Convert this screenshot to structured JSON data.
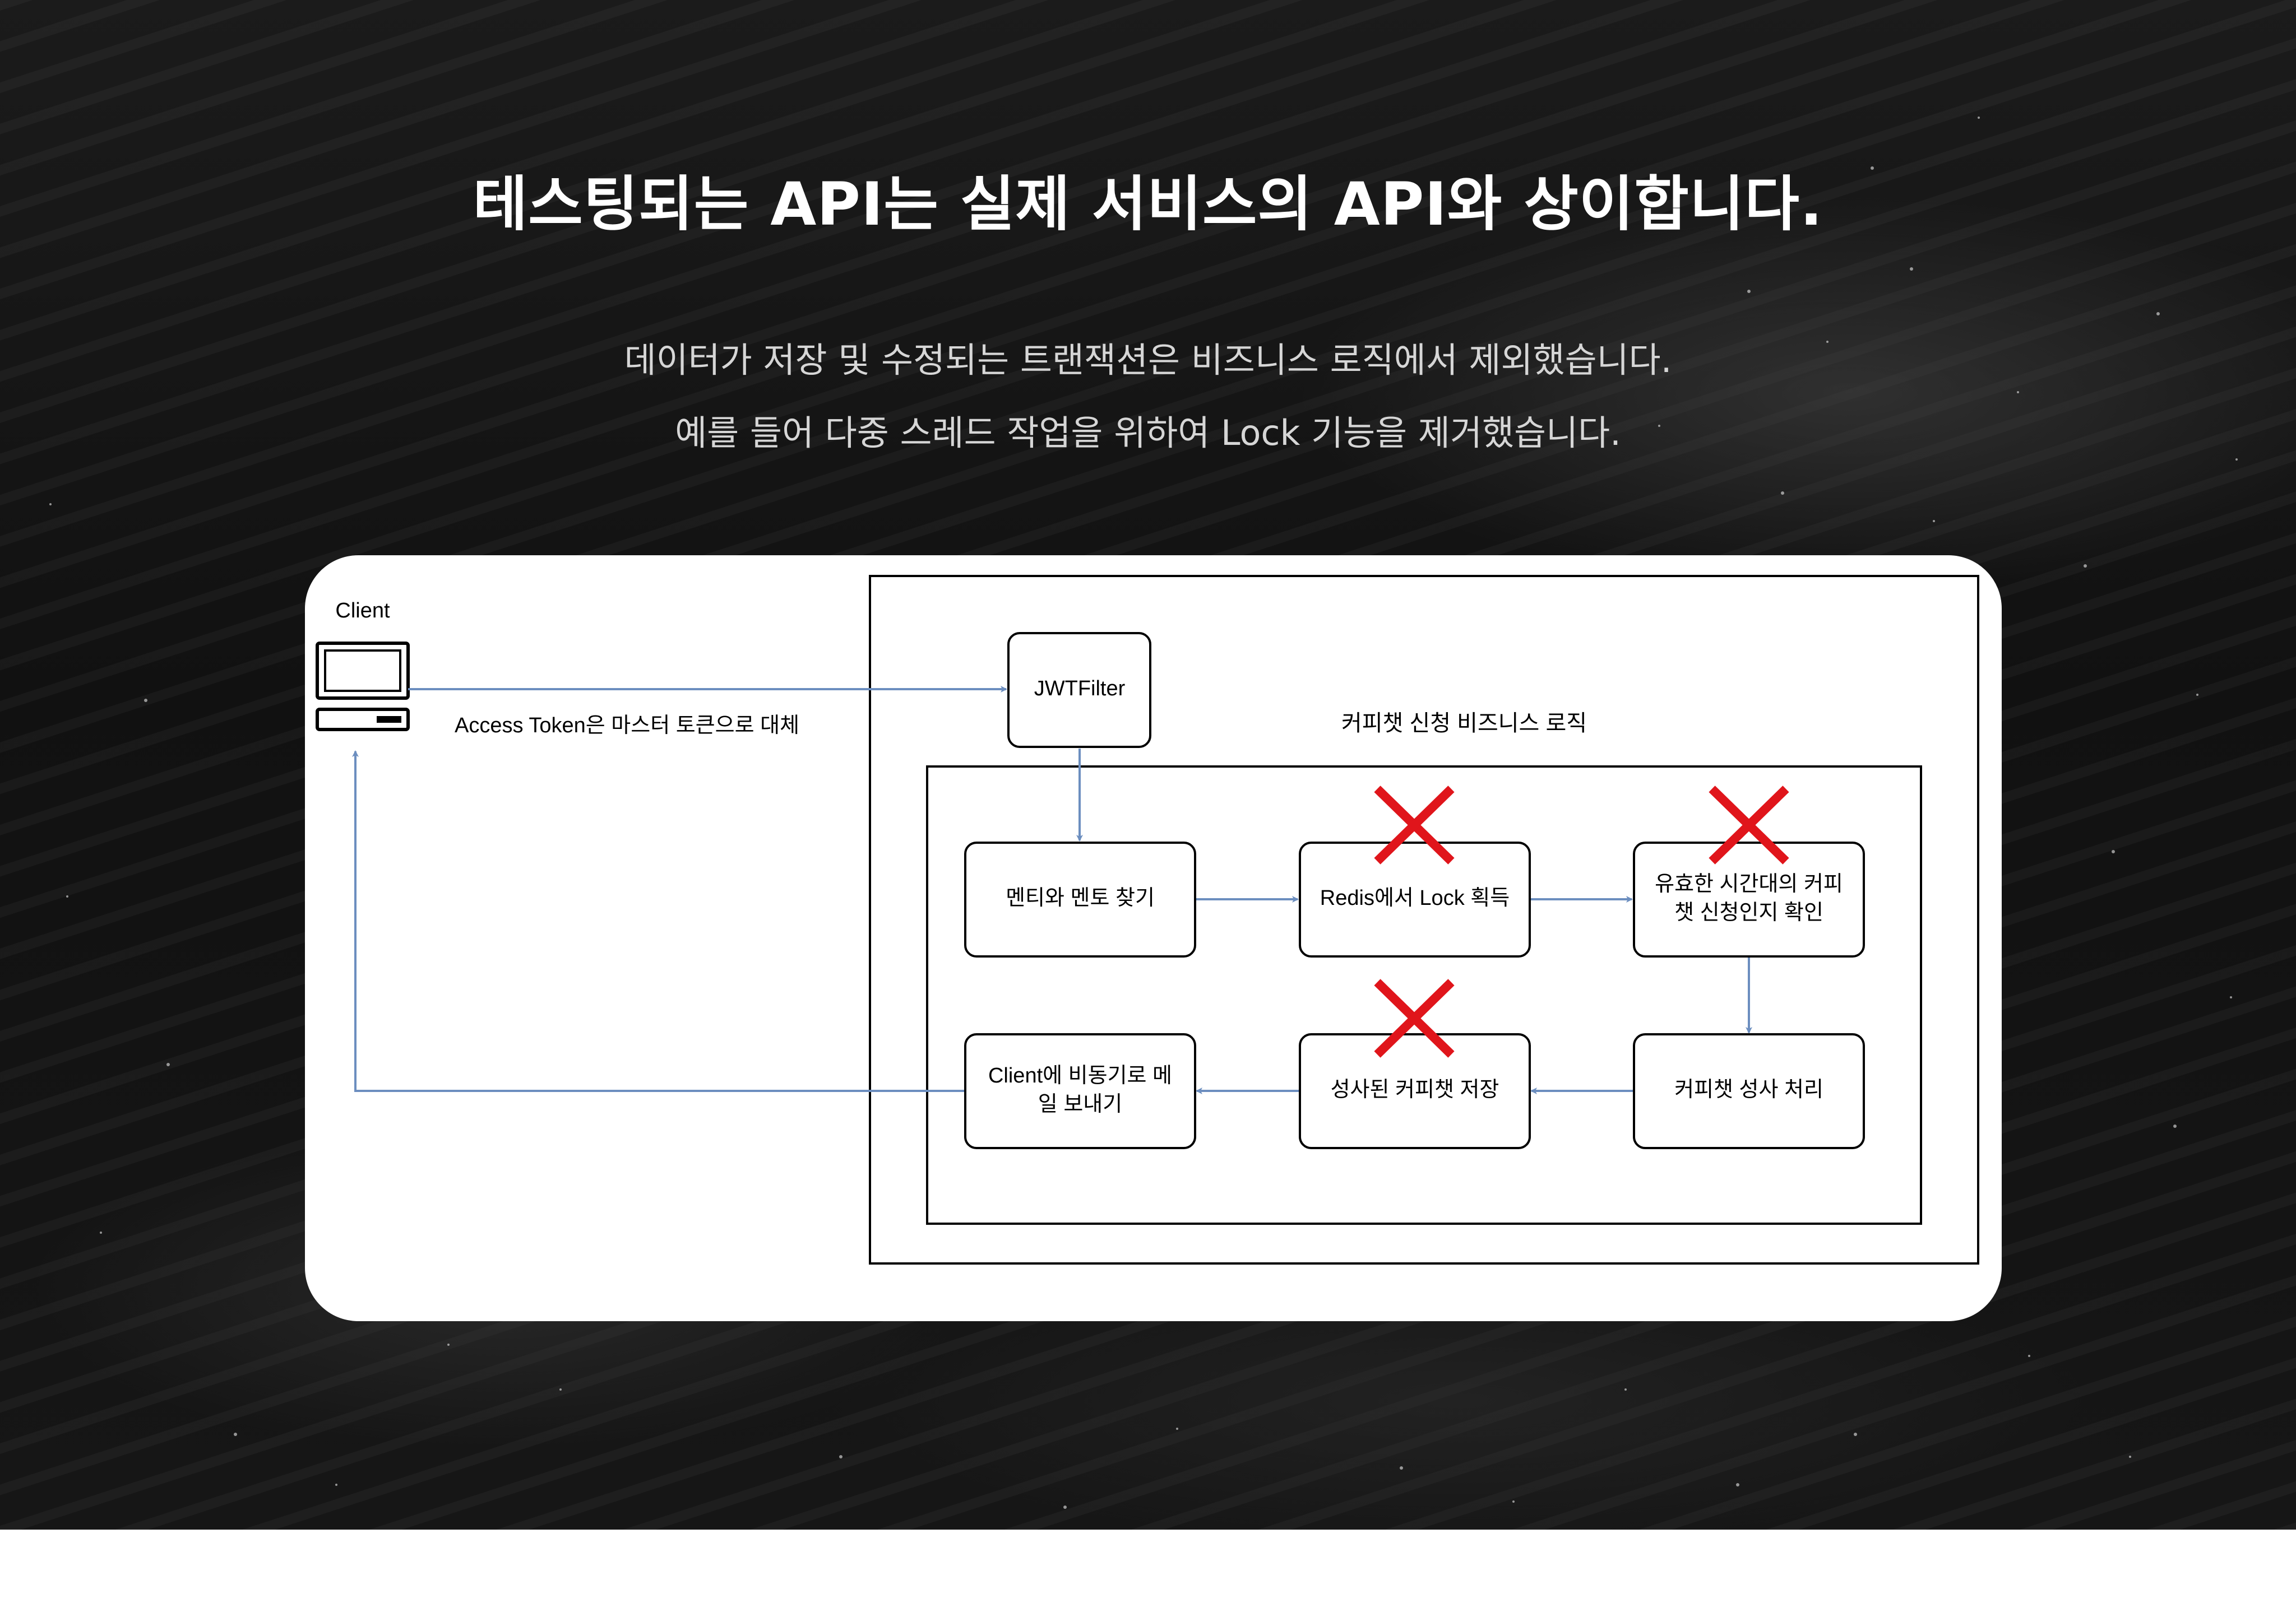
{
  "heading": "테스팅되는 API는 실제 서비스의 API와 상이합니다.",
  "description": {
    "line1": "데이터가 저장 및 수정되는 트랜잭션은 비즈니스 로직에서 제외했습니다.",
    "line2": "예를 들어 다중 스레드 작업을 위하여 Lock 기능을 제거했습니다."
  },
  "diagram": {
    "client_label": "Client",
    "arrow_label": "Access Token은 마스터 토큰으로 대체",
    "outer_group_label": "커피챗 신청 비즈니스 로직",
    "nodes": {
      "jwt_filter": "JWTFilter",
      "find_mentee_mentor": "멘티와 멘토 찾기",
      "redis_lock": "Redis에서 Lock 획득",
      "validate_line1": "유효한 시간대의 커피",
      "validate_line2": "챗 신청인지 확인",
      "process": "커피챗 성사 처리",
      "save": "성사된 커피챗 저장",
      "mail_line1": "Client에 비동기로 메",
      "mail_line2": "일 보내기"
    },
    "removed_steps": [
      "Redis에서 Lock 획득",
      "성사된 커피챗 저장",
      "유효한 시간대의 커피챗 신청인지 확인"
    ],
    "colors": {
      "arrow": "#6c8ebf",
      "removed_mark": "#e0151b",
      "box_stroke": "#000000"
    }
  }
}
